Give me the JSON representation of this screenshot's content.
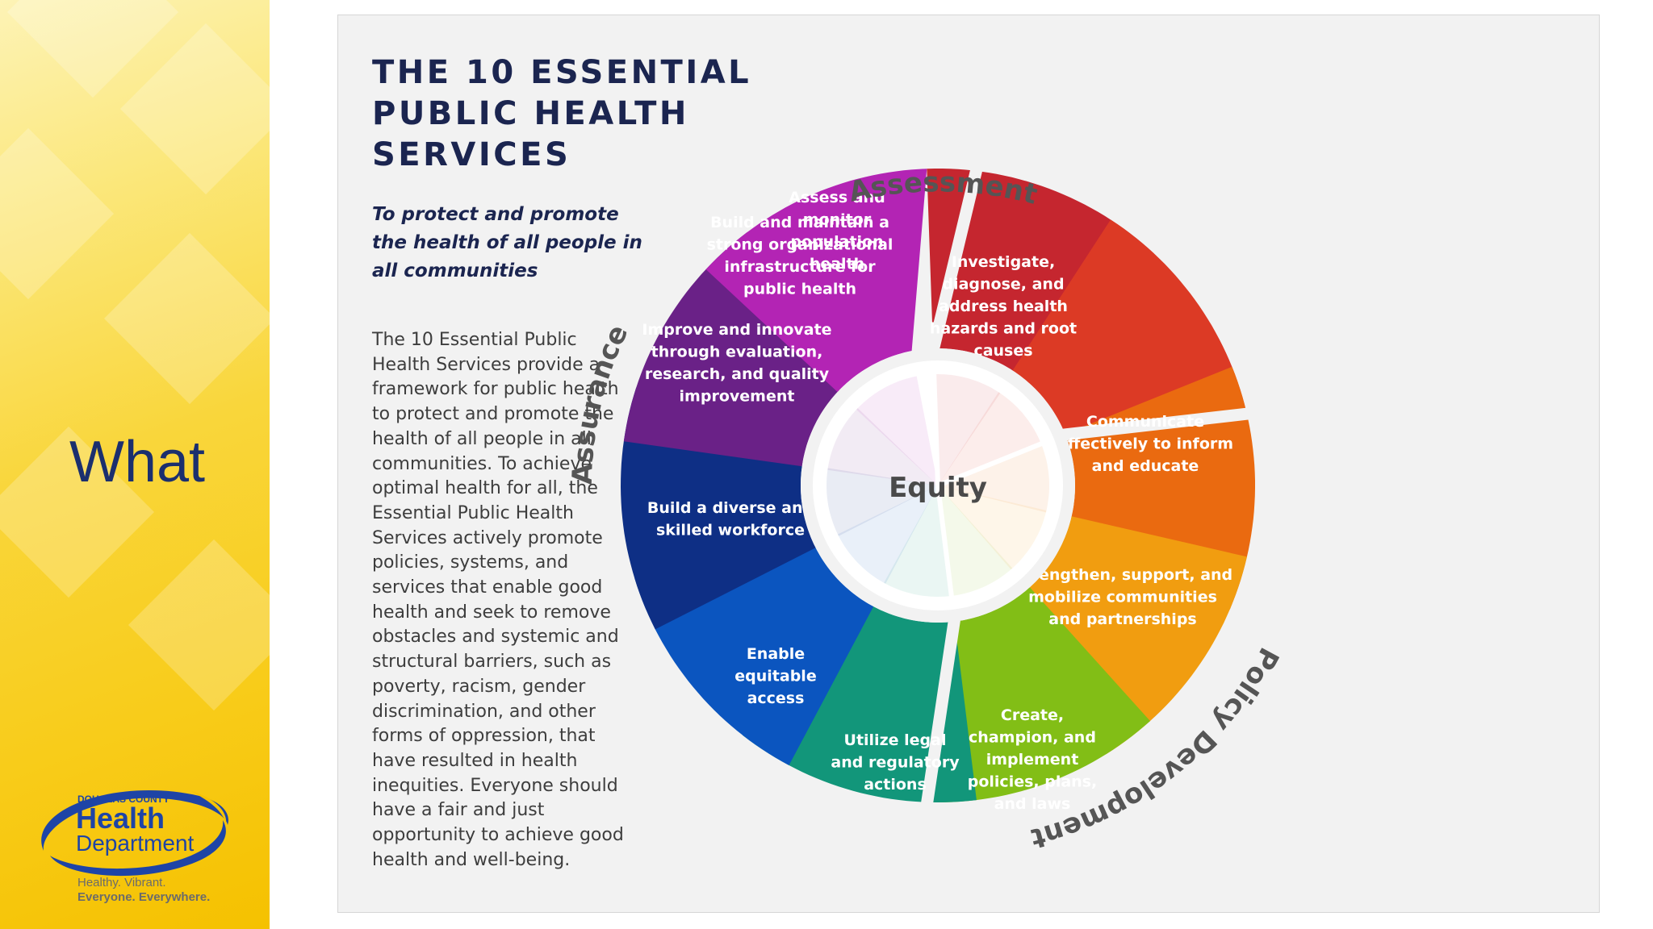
{
  "sidebar": {
    "heading": "What",
    "logo": {
      "org_line": "DOUGLAS COUNTY",
      "name_line1": "Health",
      "name_line2": "Department",
      "tagline1": "Healthy. Vibrant.",
      "tagline2": "Everyone. Everywhere.",
      "brand_blue": "#1e44a6",
      "brand_yellow": "#f7c300"
    }
  },
  "poster": {
    "title_lines": [
      "THE 10 ESSENTIAL",
      "PUBLIC HEALTH",
      "SERVICES"
    ],
    "subtitle_lines": [
      "To protect and promote",
      "the health of all people in",
      "all communities"
    ],
    "body_lines": [
      "The 10 Essential Public",
      "Health Services provide a",
      "framework for public health",
      "to protect and promote the",
      "health of all people in all",
      "communities. To achieve",
      "optimal health for all, the",
      "Essential Public Health",
      "Services actively promote",
      "policies, systems, and",
      "services that enable good",
      "health and seek to remove",
      "obstacles and systemic and",
      "structural barriers, such as",
      "poverty, racism, gender",
      "discrimination, and other",
      "forms of oppression, that",
      "have resulted in health",
      "inequities. Everyone should",
      "have a fair and just",
      "opportunity to achieve good",
      "health and well-being."
    ]
  },
  "wheel": {
    "center_label": "Equity",
    "group_labels": {
      "assessment": "Assessment",
      "policy": "Policy Development",
      "assurance": "Assurance"
    },
    "segments": [
      {
        "id": "assess",
        "color": "#c5262f",
        "lines": [
          "Assess and",
          "monitor",
          "population",
          "health"
        ]
      },
      {
        "id": "investigate",
        "color": "#dc3a25",
        "lines": [
          "Investigate,",
          "diagnose, and",
          "address health",
          "hazards and root",
          "causes"
        ]
      },
      {
        "id": "communicate",
        "color": "#ea6a10",
        "lines": [
          "Communicate",
          "effectively to inform",
          "and educate"
        ]
      },
      {
        "id": "strengthen",
        "color": "#f19d10",
        "lines": [
          "Strengthen, support, and",
          "mobilize communities",
          "and partnerships"
        ]
      },
      {
        "id": "create",
        "color": "#82be16",
        "lines": [
          "Create,",
          "champion, and",
          "implement",
          "policies, plans,",
          "and laws"
        ]
      },
      {
        "id": "legal",
        "color": "#12967a",
        "lines": [
          "Utilize legal",
          "and regulatory",
          "actions"
        ]
      },
      {
        "id": "access",
        "color": "#0b55bf",
        "lines": [
          "Enable",
          "equitable",
          "access"
        ]
      },
      {
        "id": "workforce",
        "color": "#0e2f85",
        "lines": [
          "Build a diverse and",
          "skilled workforce"
        ]
      },
      {
        "id": "improve",
        "color": "#6a2187",
        "lines": [
          "Improve and innovate",
          "through evaluation,",
          "research, and quality",
          "improvement"
        ]
      },
      {
        "id": "infrastructure",
        "color": "#b324b4",
        "lines": [
          "Build and maintain a",
          "strong organizational",
          "infrastructure for",
          "public health"
        ]
      }
    ]
  }
}
